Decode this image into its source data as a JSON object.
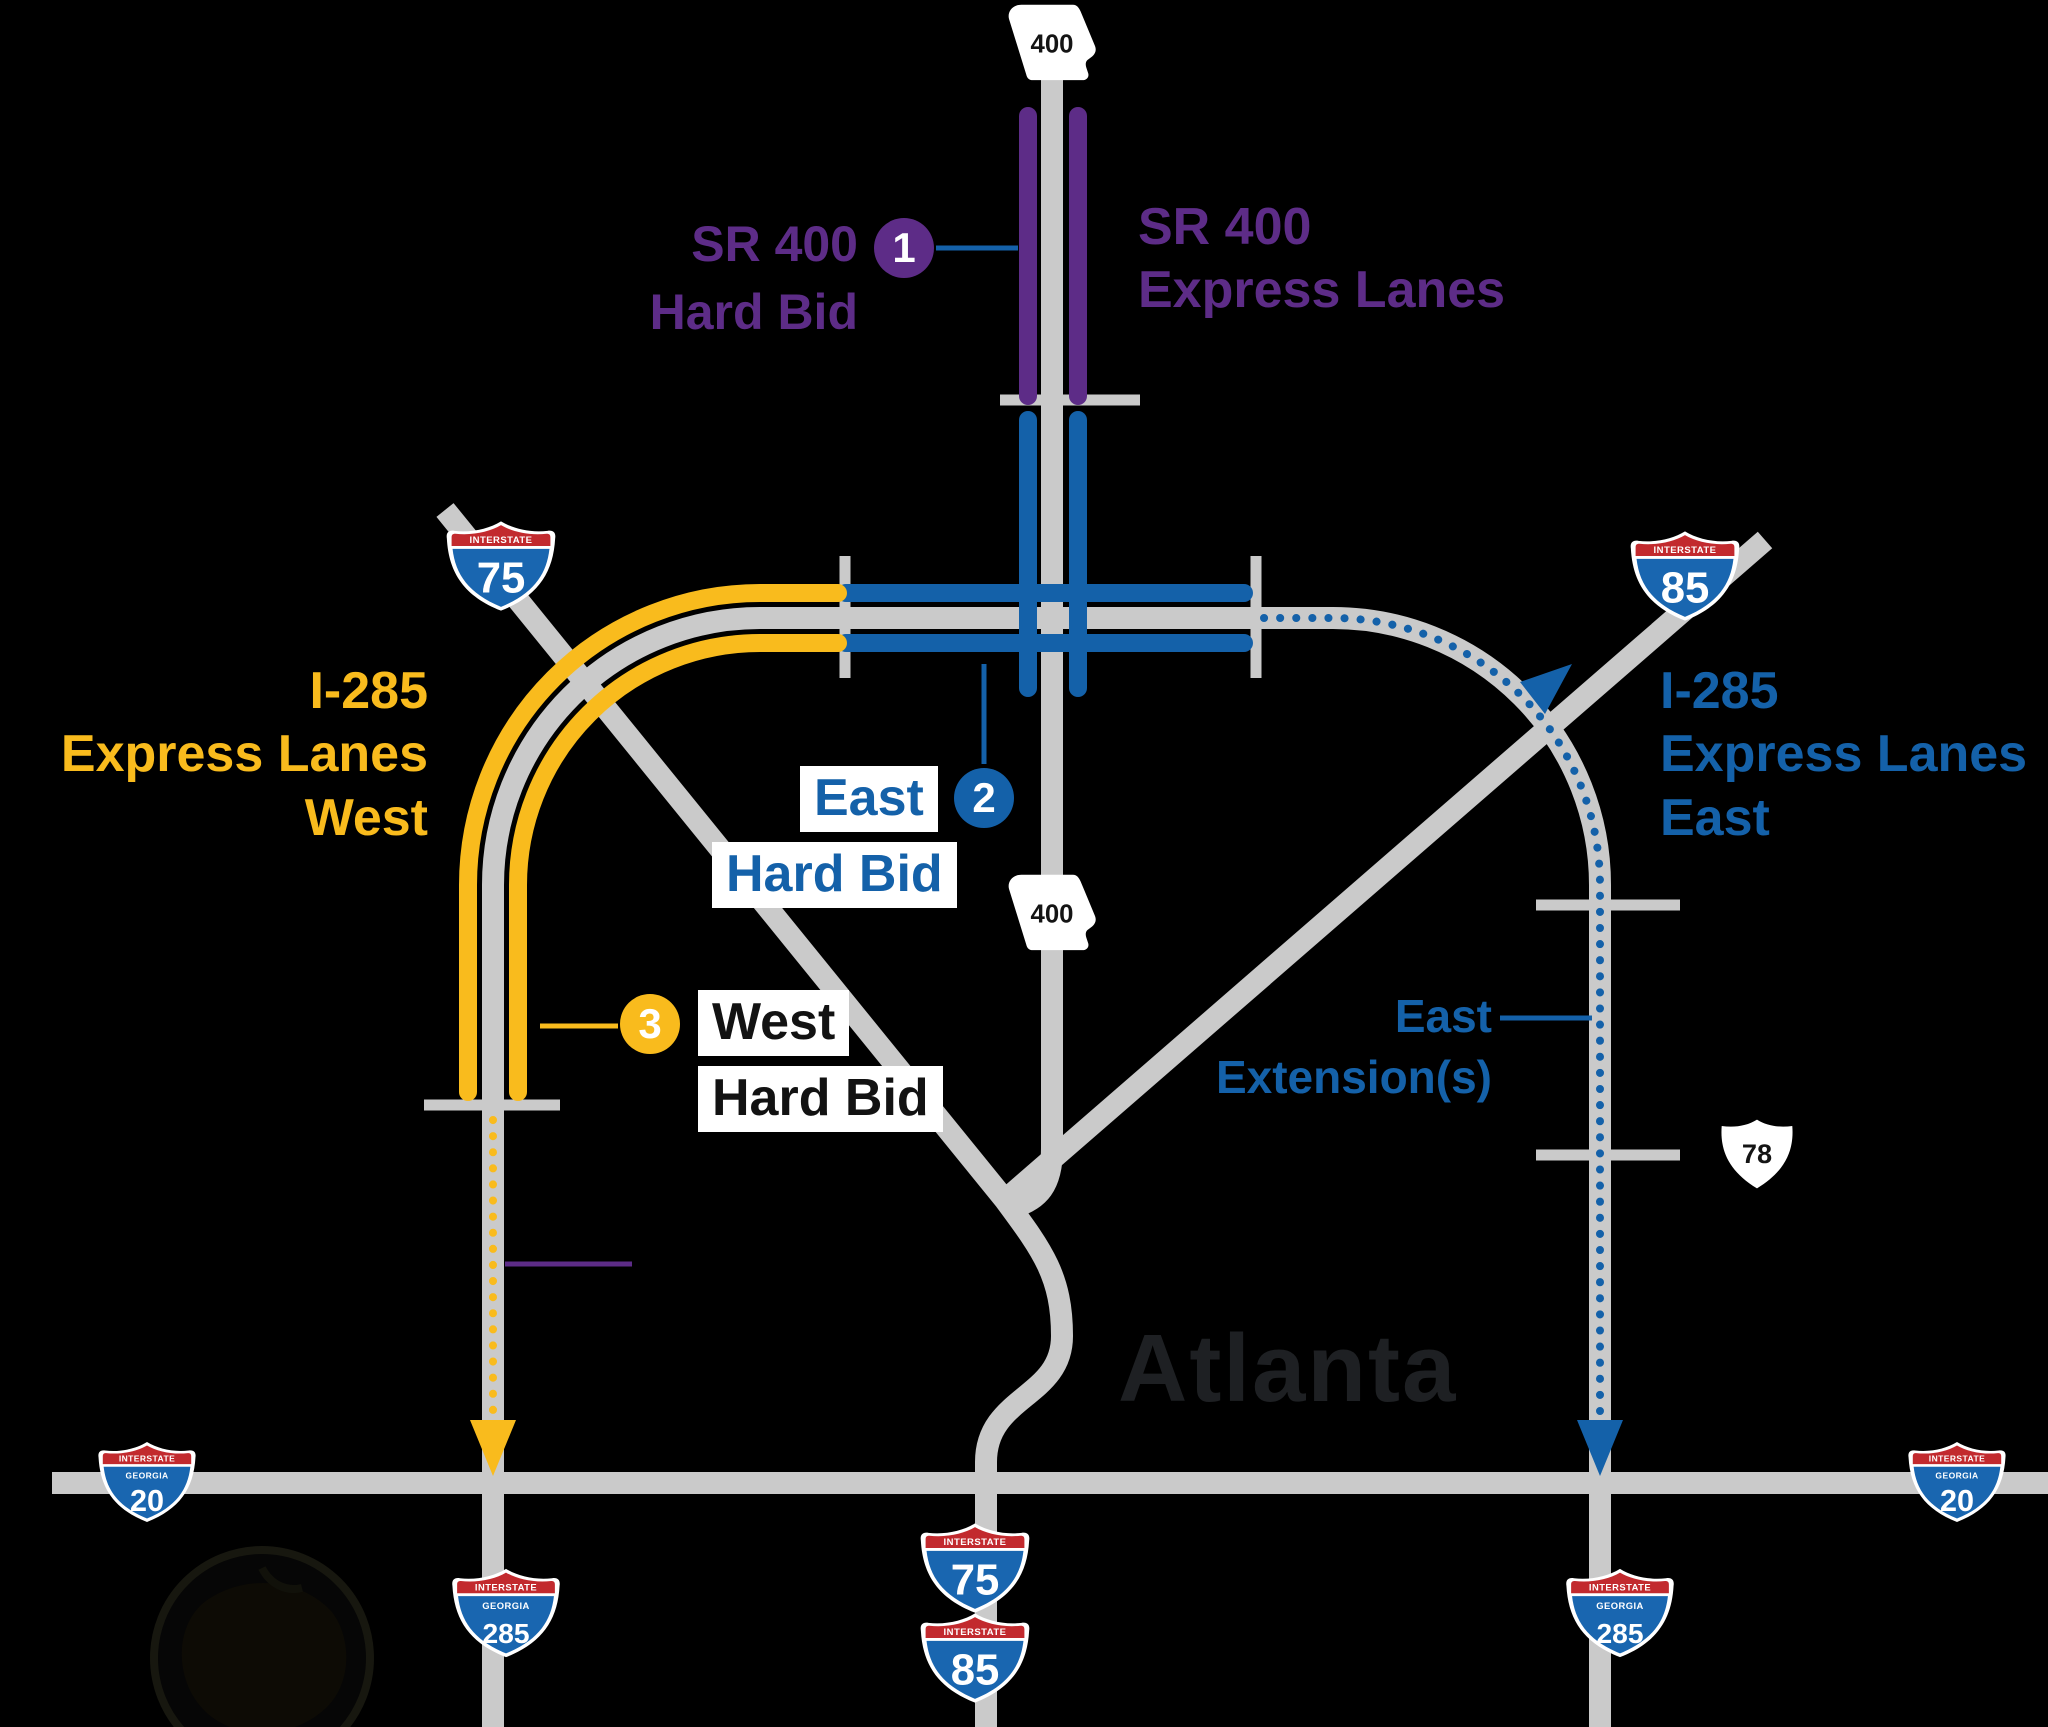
{
  "colors": {
    "road": "#CACACA",
    "purple": "#5D2C87",
    "blue": "#1461A9",
    "yellow": "#F9BB1D",
    "shield_red": "#C22A2E",
    "shield_blue": "#1966B0"
  },
  "labels": {
    "sr400_hard_bid": {
      "title": "SR 400",
      "subtitle": "Hard Bid",
      "badge": "1"
    },
    "sr400_express_lanes": {
      "line1": "SR 400",
      "line2": "Express Lanes"
    },
    "i285_express_west": {
      "line1": "I-285",
      "line2": "Express Lanes",
      "line3": "West"
    },
    "east_hard_bid": {
      "title": "East",
      "subtitle": "Hard Bid",
      "badge": "2"
    },
    "west_hard_bid": {
      "title": "West",
      "subtitle": "Hard Bid",
      "badge": "3"
    },
    "i285_express_east": {
      "line1": "I-285",
      "line2": "Express Lanes",
      "line3": "East"
    },
    "east_extensions": {
      "line1": "East",
      "line2": "Extension(s)"
    },
    "city": "Atlanta"
  },
  "markers": {
    "interstate_caption": "INTERSTATE",
    "georgia_caption": "GEORGIA",
    "sr400_top": "400",
    "sr400_mid": "400",
    "i75_top": "75",
    "i85_top": "85",
    "us78": "78",
    "i20_left": "20",
    "i20_right": "20",
    "i285_bottom_left": "285",
    "i285_bottom_right": "285",
    "i75_bottom": "75",
    "i85_bottom": "85"
  }
}
